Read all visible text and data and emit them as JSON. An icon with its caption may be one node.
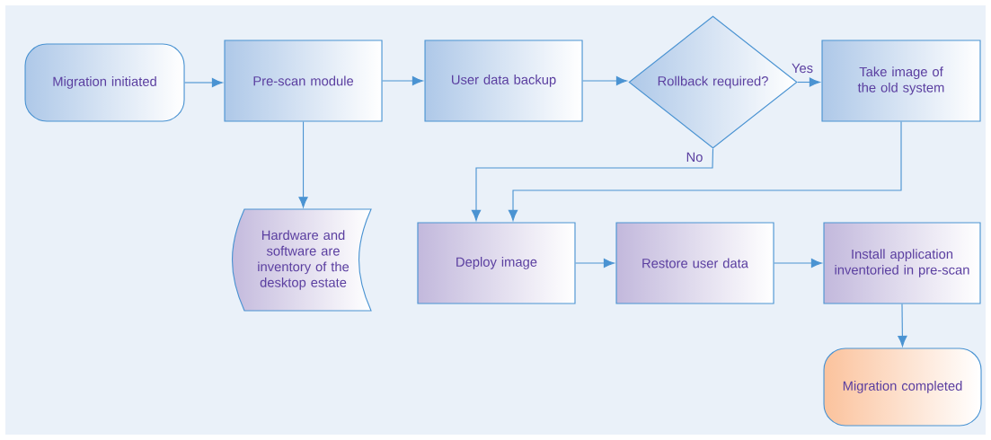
{
  "diagram": {
    "nodes": [
      {
        "text": [
          "Migration initiated"
        ]
      },
      {
        "text": [
          "Pre-scan module"
        ]
      },
      {
        "text": [
          "User data backup"
        ]
      },
      {
        "text": [
          "Rollback required?"
        ]
      },
      {
        "text": [
          "Take image of the old system"
        ]
      },
      {
        "text": [
          "Hardware and software are inventory of the desktop estate"
        ]
      },
      {
        "text": [
          "Deploy image"
        ]
      },
      {
        "text": [
          "Restore user data"
        ]
      },
      {
        "text": [
          "Install application inventoried in pre-scan"
        ]
      },
      {
        "text": [
          "Migration completed"
        ]
      }
    ],
    "edges": [
      {
        "from": 0,
        "to": 1,
        "arrow": "to"
      },
      {
        "from": 1,
        "to": 2,
        "arrow": "to"
      },
      {
        "from": 2,
        "to": 3,
        "arrow": "to"
      },
      {
        "from": 3,
        "to": 4,
        "arrow": "to",
        "label": "Yes"
      },
      {
        "from": 1,
        "to": 5,
        "arrow": "to"
      },
      {
        "from": 3,
        "to": 6,
        "arrow": "to",
        "label": "No"
      },
      {
        "from": 4,
        "to": 6,
        "arrow": "to"
      },
      {
        "from": 6,
        "to": 7,
        "arrow": "to"
      },
      {
        "from": 7,
        "to": 8,
        "arrow": "to"
      },
      {
        "from": 8,
        "to": 9,
        "arrow": "to"
      }
    ]
  }
}
